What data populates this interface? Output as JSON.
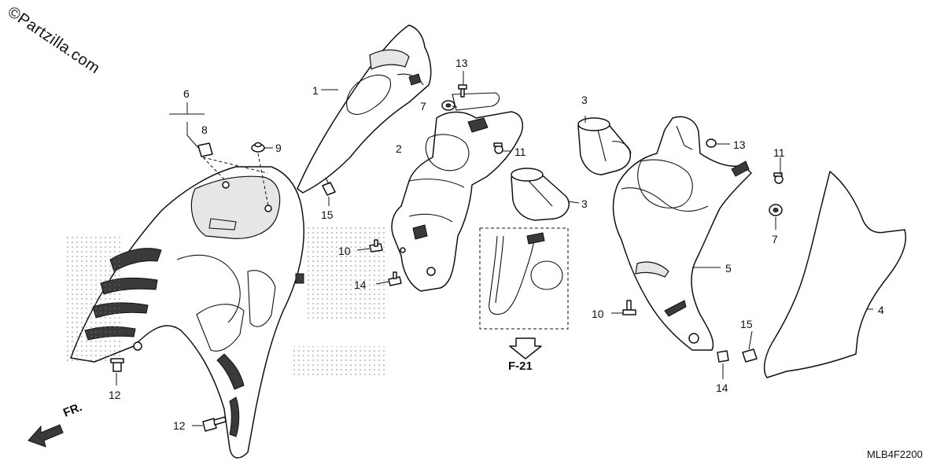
{
  "watermark": "©Partzilla.com",
  "diagram_code": "MLB4F2200",
  "cross_reference": "F-21",
  "direction_label": "FR.",
  "callouts": [
    "1",
    "2",
    "3",
    "3",
    "4",
    "5",
    "6",
    "7",
    "7",
    "8",
    "9",
    "10",
    "10",
    "11",
    "11",
    "12",
    "12",
    "13",
    "13",
    "14",
    "14",
    "15",
    "15"
  ]
}
